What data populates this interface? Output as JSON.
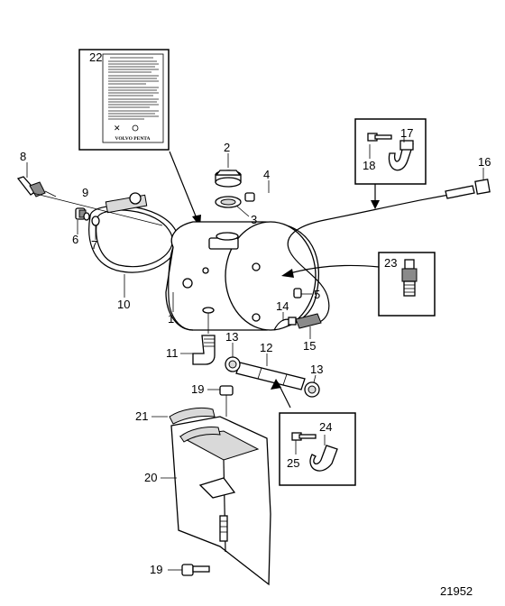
{
  "figure_number": "21952",
  "label_brand": "VOLVO PENTA",
  "callouts": {
    "c1": "1",
    "c2": "2",
    "c3": "3",
    "c4": "4",
    "c5": "5",
    "c6": "6",
    "c7": "7",
    "c8": "8",
    "c9": "9",
    "c10": "10",
    "c11": "11",
    "c12": "12",
    "c13a": "13",
    "c13b": "13",
    "c14": "14",
    "c15": "15",
    "c16": "16",
    "c17": "17",
    "c18": "18",
    "c19a": "19",
    "c19b": "19",
    "c20": "20",
    "c21": "21",
    "c22": "22",
    "c23": "23",
    "c24": "24",
    "c25": "25"
  }
}
